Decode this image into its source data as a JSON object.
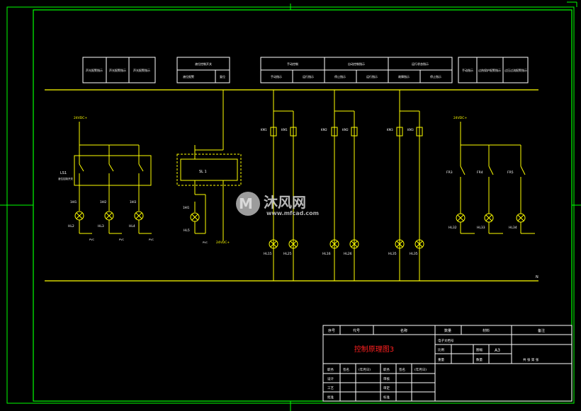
{
  "title_block": {
    "drawing_title": "控制原理图3",
    "header_cells": [
      "序号",
      "代号",
      "名称",
      "数量",
      "材料",
      "备注"
    ],
    "info_labels": [
      "电子文档号",
      "比例",
      "图幅",
      "A3",
      "重量",
      "数量",
      "共 张 第 张"
    ],
    "sign_labels": [
      "职务",
      "签名",
      "(年月日)",
      "职务",
      "签名",
      "(年月日)"
    ],
    "role_labels": [
      "设计",
      "审核",
      "工艺",
      "审定",
      "批准",
      "标准"
    ]
  },
  "circuit": {
    "left_supply": "24VDC+",
    "right_supply": "24VDC+",
    "ls1_label": "LS1",
    "ls1_sub": "液位控制开关",
    "sl_label": "SL 1",
    "out_24": "24VDC+",
    "relay_labels": [
      "KM1",
      "KM1",
      "KM2",
      "KM2",
      "KM3",
      "KM3"
    ],
    "fr_labels": [
      "FR3",
      "FR4",
      "FR5"
    ],
    "lamp_labels": [
      "HL2",
      "HL3",
      "HL4",
      "HL5",
      "HL15",
      "HL25",
      "HL16",
      "HL26",
      "HL35",
      "HL35",
      "HL32",
      "HL33",
      "HL34"
    ],
    "tb_labels": [
      "1HI1",
      "1HI2",
      "1HI3",
      "1HI1"
    ],
    "terminal_labels": [
      "PVC",
      "PVC",
      "PVC",
      "PVC"
    ],
    "bottom_right": "N"
  },
  "top_boxes": {
    "box1": [
      "声光报警指示",
      "声光报警指示",
      "声光报警指示"
    ],
    "box2_top": "液位控制开关",
    "box2_bottom": [
      "液位报警",
      "复位"
    ],
    "box3_top": [
      "手动控制",
      "自动控制指示",
      "运行状态指示"
    ],
    "box3_bottom": [
      "手动指示",
      "运行指示",
      "停止指示",
      "运行指示",
      "故障指示",
      "停止指示"
    ],
    "box4": [
      "手动指示",
      "过热保护报警指示",
      "过压过流报警指示"
    ]
  },
  "watermark": {
    "brand": "沐风网",
    "url": "www.mfcad.com"
  }
}
